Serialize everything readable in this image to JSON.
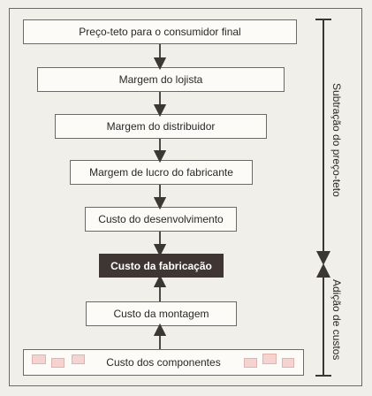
{
  "diagram": {
    "boxes": [
      {
        "id": "preco-teto",
        "label": "Preço-teto para o consumidor final"
      },
      {
        "id": "margem-lojista",
        "label": "Margem do lojista"
      },
      {
        "id": "margem-distribuidor",
        "label": "Margem do distribuidor"
      },
      {
        "id": "margem-lucro-fabricante",
        "label": "Margem de lucro do fabricante"
      },
      {
        "id": "custo-desenvolvimento",
        "label": "Custo do desenvolvimento"
      },
      {
        "id": "custo-fabricacao",
        "label": "Custo da fabricação"
      },
      {
        "id": "custo-montagem",
        "label": "Custo da montagem"
      },
      {
        "id": "custo-componentes",
        "label": "Custo dos componentes"
      }
    ],
    "side_labels": {
      "subtracao": "Subtração do preço-teto",
      "adicao": "Adição de custos"
    },
    "colors": {
      "highlight_fill": "#3f3634",
      "line": "#3a3735",
      "component_icon": "#f4d3d0"
    }
  }
}
